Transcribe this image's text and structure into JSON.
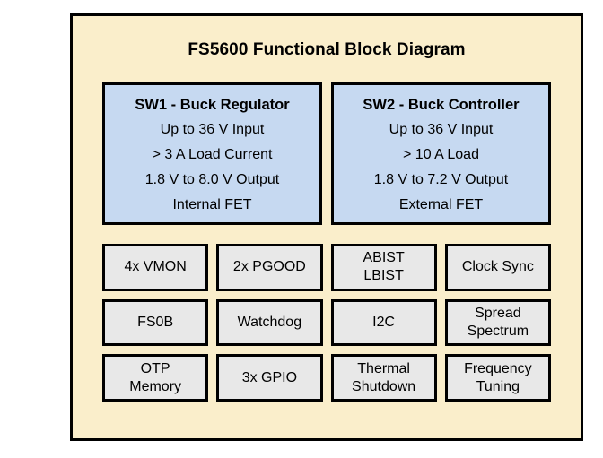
{
  "diagram": {
    "title": "FS5600 Functional Block Diagram",
    "colors": {
      "frame_background": "#faeecb",
      "frame_border": "#000000",
      "switcher_block_fill": "#c6d9f1",
      "feature_block_fill": "#e8e8e8",
      "text": "#000000"
    },
    "switchers": [
      {
        "title": "SW1 - Buck Regulator",
        "lines": [
          "Up to 36 V Input",
          "> 3 A Load Current",
          "1.8 V to 8.0 V Output",
          "Internal FET"
        ]
      },
      {
        "title": "SW2 - Buck Controller",
        "lines": [
          "Up to 36 V Input",
          "> 10 A Load",
          "1.8 V to 7.2 V Output",
          "External FET"
        ]
      }
    ],
    "features": [
      {
        "lines": [
          "4x VMON"
        ]
      },
      {
        "lines": [
          "2x PGOOD"
        ]
      },
      {
        "lines": [
          "ABIST",
          "LBIST"
        ]
      },
      {
        "lines": [
          "Clock Sync"
        ]
      },
      {
        "lines": [
          "FS0B"
        ]
      },
      {
        "lines": [
          "Watchdog"
        ]
      },
      {
        "lines": [
          "I2C"
        ]
      },
      {
        "lines": [
          "Spread",
          "Spectrum"
        ]
      },
      {
        "lines": [
          "OTP",
          "Memory"
        ]
      },
      {
        "lines": [
          "3x GPIO"
        ]
      },
      {
        "lines": [
          "Thermal",
          "Shutdown"
        ]
      },
      {
        "lines": [
          "Frequency",
          "Tuning"
        ]
      }
    ]
  }
}
